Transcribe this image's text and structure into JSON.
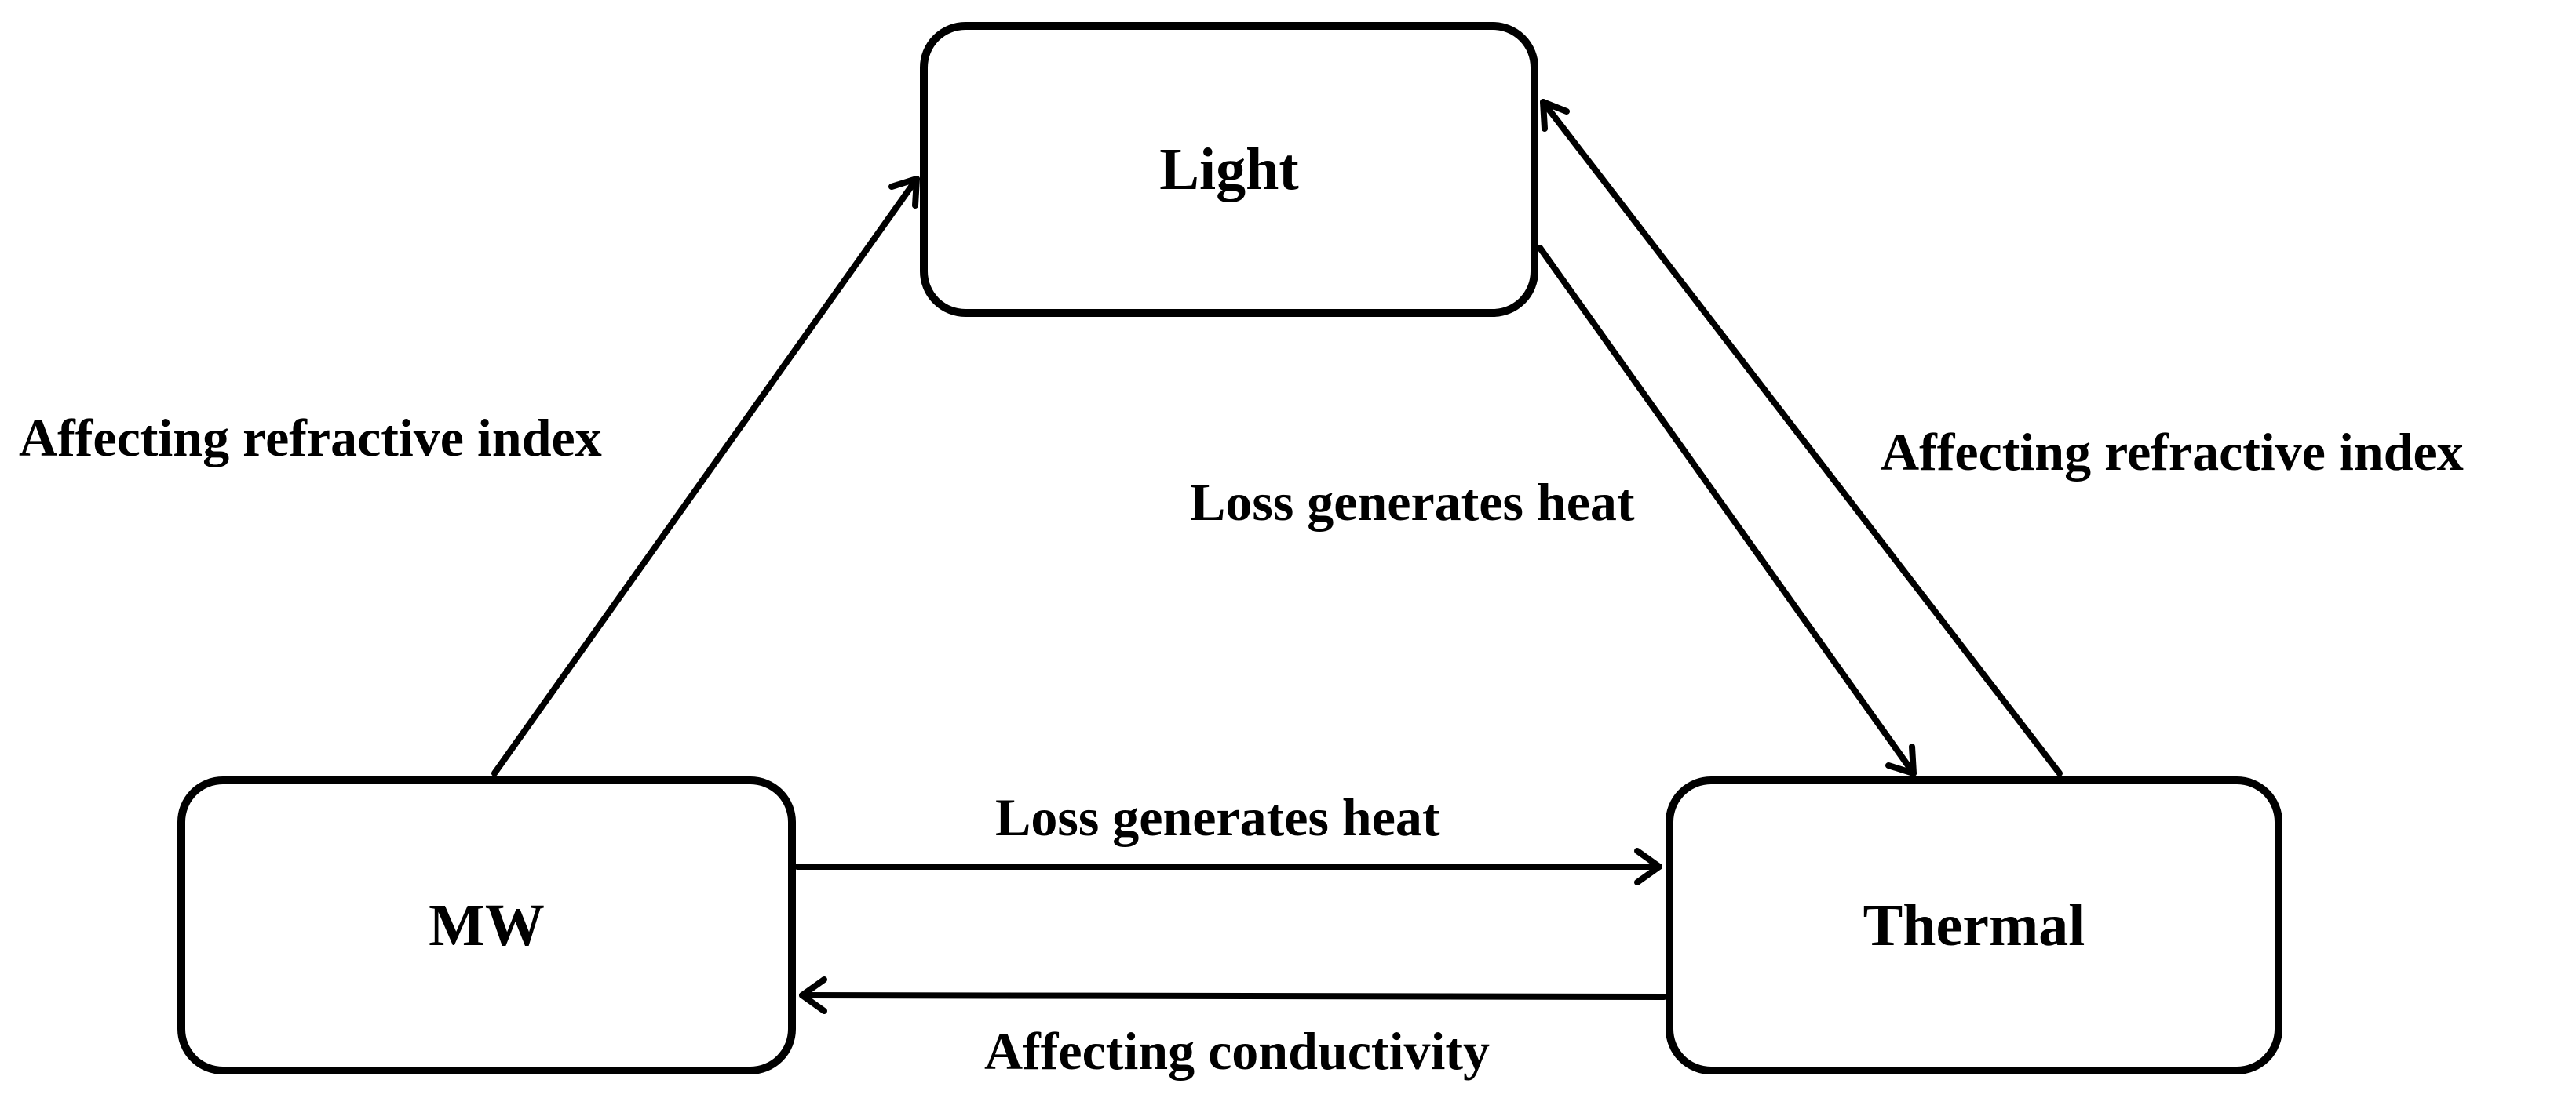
{
  "nodes": {
    "light": "Light",
    "mw": "MW",
    "thermal": "Thermal"
  },
  "edges": {
    "mw_to_light": "Affecting refractive index",
    "light_to_thermal": "Loss generates heat",
    "thermal_to_light": "Affecting refractive index",
    "mw_to_thermal": "Loss generates heat",
    "thermal_to_mw": "Affecting conductivity"
  },
  "colors": {
    "stroke": "#000000",
    "background": "#ffffff"
  }
}
